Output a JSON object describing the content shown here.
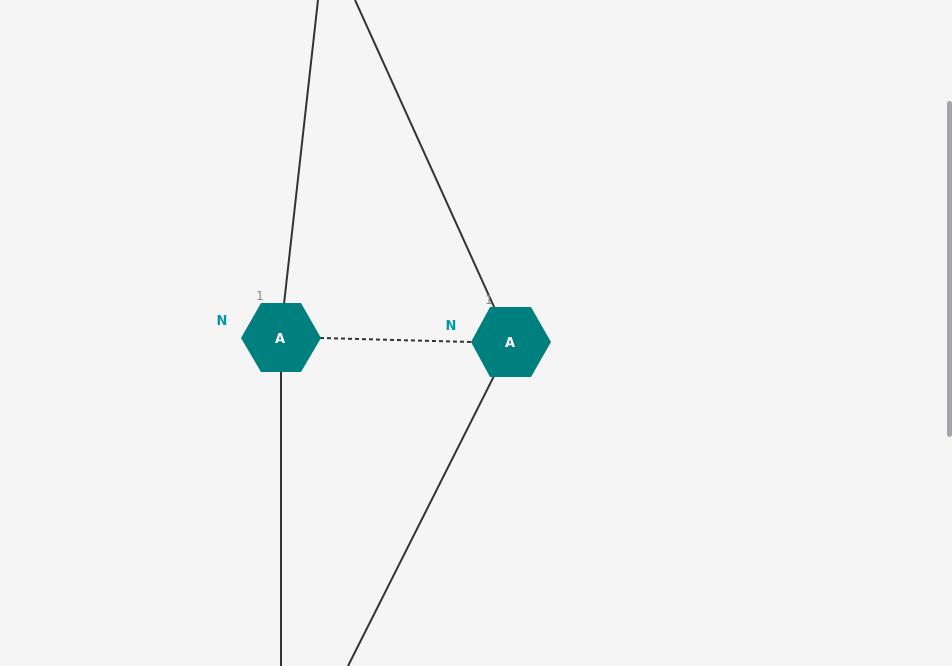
{
  "colors": {
    "background": "#f5f5f5",
    "node_fill": "#007f7f",
    "node_text": "#ffffff",
    "edge": "#333333",
    "cardinality_many": "#0098a8",
    "cardinality_one": "#888888",
    "scrollbar": "#a3a3a8"
  },
  "nodes": [
    {
      "id": "node-left",
      "label": "A"
    },
    {
      "id": "node-right",
      "label": "A"
    }
  ],
  "cardinalities": {
    "left_many": "N",
    "left_one": "1",
    "right_many": "N",
    "right_one": "1"
  },
  "edges": [
    {
      "from": "node-left",
      "to": "offscreen-top",
      "style": "solid"
    },
    {
      "from": "node-right",
      "to": "offscreen-top",
      "style": "solid"
    },
    {
      "from": "node-left",
      "to": "node-right",
      "style": "dashed"
    },
    {
      "from": "node-left",
      "to": "offscreen-bottom",
      "style": "solid"
    },
    {
      "from": "node-right",
      "to": "offscreen-bottom",
      "style": "solid"
    }
  ]
}
